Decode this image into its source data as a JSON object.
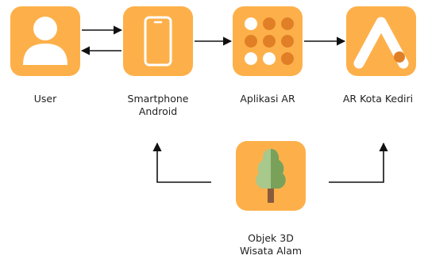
{
  "colors": {
    "tile": "#FDB04A",
    "tile_dark_dot": "#E17F26",
    "white": "#FFFFFF",
    "tree_light": "#A8C88C",
    "tree_dark": "#79A15A",
    "trunk": "#8A5A3C",
    "line": "#111111"
  },
  "nodes": {
    "user": {
      "label": "User",
      "icon": "user-icon"
    },
    "smartphone": {
      "label": "Smartphone\nAndroid",
      "icon": "smartphone-icon"
    },
    "ar_app": {
      "label": "Aplikasi AR",
      "icon": "dots-grid-icon"
    },
    "ar_kota": {
      "label": "AR Kota Kediri",
      "icon": "ar-logo-icon"
    },
    "objek3d": {
      "label": "Objek 3D\nWisata Alam",
      "icon": "tree-icon"
    }
  }
}
